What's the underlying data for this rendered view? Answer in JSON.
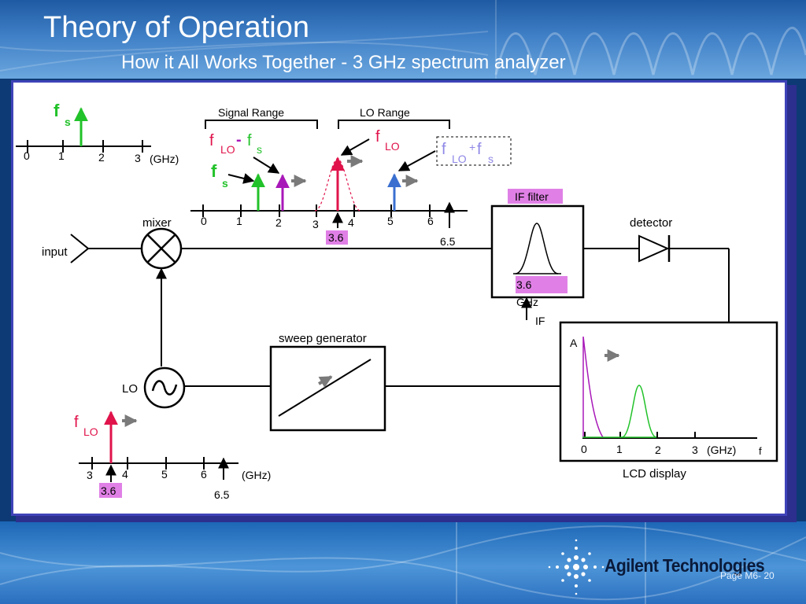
{
  "slide": {
    "title": "Theory of Operation",
    "subtitle": "How it All Works Together - 3 GHz spectrum analyzer",
    "brand": "Agilent Technologies",
    "page": "Page M6- 20"
  },
  "diagram": {
    "input_label": "input",
    "mixer_label": "mixer",
    "lo_label": "LO",
    "sweep_label": "sweep generator",
    "if_filter_label": "IF filter",
    "if_filter_value": "3.6",
    "if_filter_unit": "GHz",
    "if_label": "IF",
    "detector_label": "detector",
    "lcd_label": "LCD  display",
    "lcd_axis_a": "A",
    "lcd_axis_f": "f",
    "lcd_ticks": [
      "0",
      "1",
      "2",
      "3"
    ],
    "ghz_unit": "(GHz)"
  },
  "input_spectrum": {
    "signal_symbol": "f",
    "signal_sub": "s",
    "ticks": [
      "0",
      "1",
      "2",
      "3"
    ],
    "unit": "(GHz)"
  },
  "mixing_spectrum": {
    "signal_range_label": "Signal Range",
    "lo_range_label": "LO Range",
    "f_letter": "f",
    "lo_sub": "LO",
    "s_sub": "s",
    "minus": "-",
    "plus": "+",
    "ticks": [
      "0",
      "1",
      "2",
      "3",
      "4",
      "5",
      "6"
    ],
    "marker_value": "3.6",
    "end_value": "6.5"
  },
  "lo_spectrum": {
    "f_letter": "f",
    "lo_sub": "LO",
    "ticks": [
      "3",
      "4",
      "5",
      "6"
    ],
    "unit": "(GHz)",
    "marker_value": "3.6",
    "end_value": "6.5"
  },
  "colors": {
    "signal": "#22c22a",
    "lo": "#e0134b",
    "difference": "#a818b8",
    "sum": "#3a6fd0",
    "sum_text": "#8f88e6",
    "highlight": "#e080e6",
    "sweep_arrow": "#7a7a7a"
  }
}
